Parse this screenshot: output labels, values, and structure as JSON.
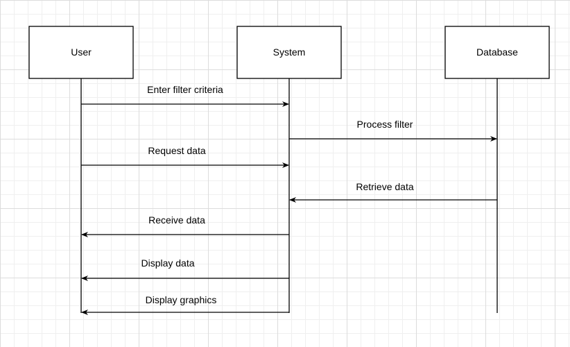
{
  "participants": [
    {
      "id": "user",
      "label": "User"
    },
    {
      "id": "system",
      "label": "System"
    },
    {
      "id": "database",
      "label": "Database"
    }
  ],
  "messages": [
    {
      "from": "user",
      "to": "system",
      "label": "Enter filter criteria"
    },
    {
      "from": "system",
      "to": "database",
      "label": "Process filter"
    },
    {
      "from": "user",
      "to": "system",
      "label": "Request data"
    },
    {
      "from": "database",
      "to": "system",
      "label": "Retrieve data"
    },
    {
      "from": "system",
      "to": "user",
      "label": "Receive data"
    },
    {
      "from": "system",
      "to": "user",
      "label": "Display data"
    },
    {
      "from": "system",
      "to": "user",
      "label": "Display graphics"
    }
  ],
  "colors": {
    "line": "#000000",
    "box_fill": "#ffffff",
    "grid": "#dcdcdc"
  }
}
